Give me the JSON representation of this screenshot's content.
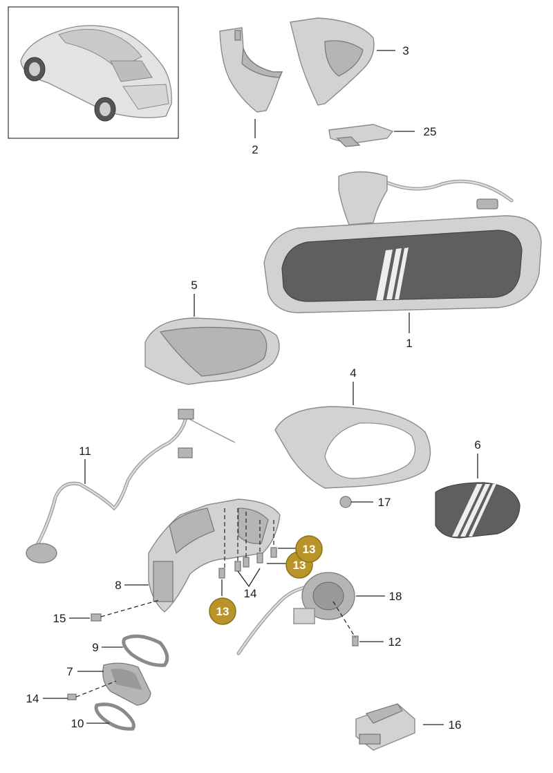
{
  "callouts": {
    "c1": "1",
    "c2": "2",
    "c3": "3",
    "c4": "4",
    "c5": "5",
    "c6": "6",
    "c7": "7",
    "c8": "8",
    "c9": "9",
    "c10": "10",
    "c11": "11",
    "c12": "12",
    "c13a": "13",
    "c13b": "13",
    "c13c": "13",
    "c14a": "14",
    "c14b": "14",
    "c15": "15",
    "c16": "16",
    "c17": "17",
    "c18": "18",
    "c25": "25"
  },
  "colors": {
    "badge": "#b8942a",
    "badge_edge": "#8f7018"
  }
}
